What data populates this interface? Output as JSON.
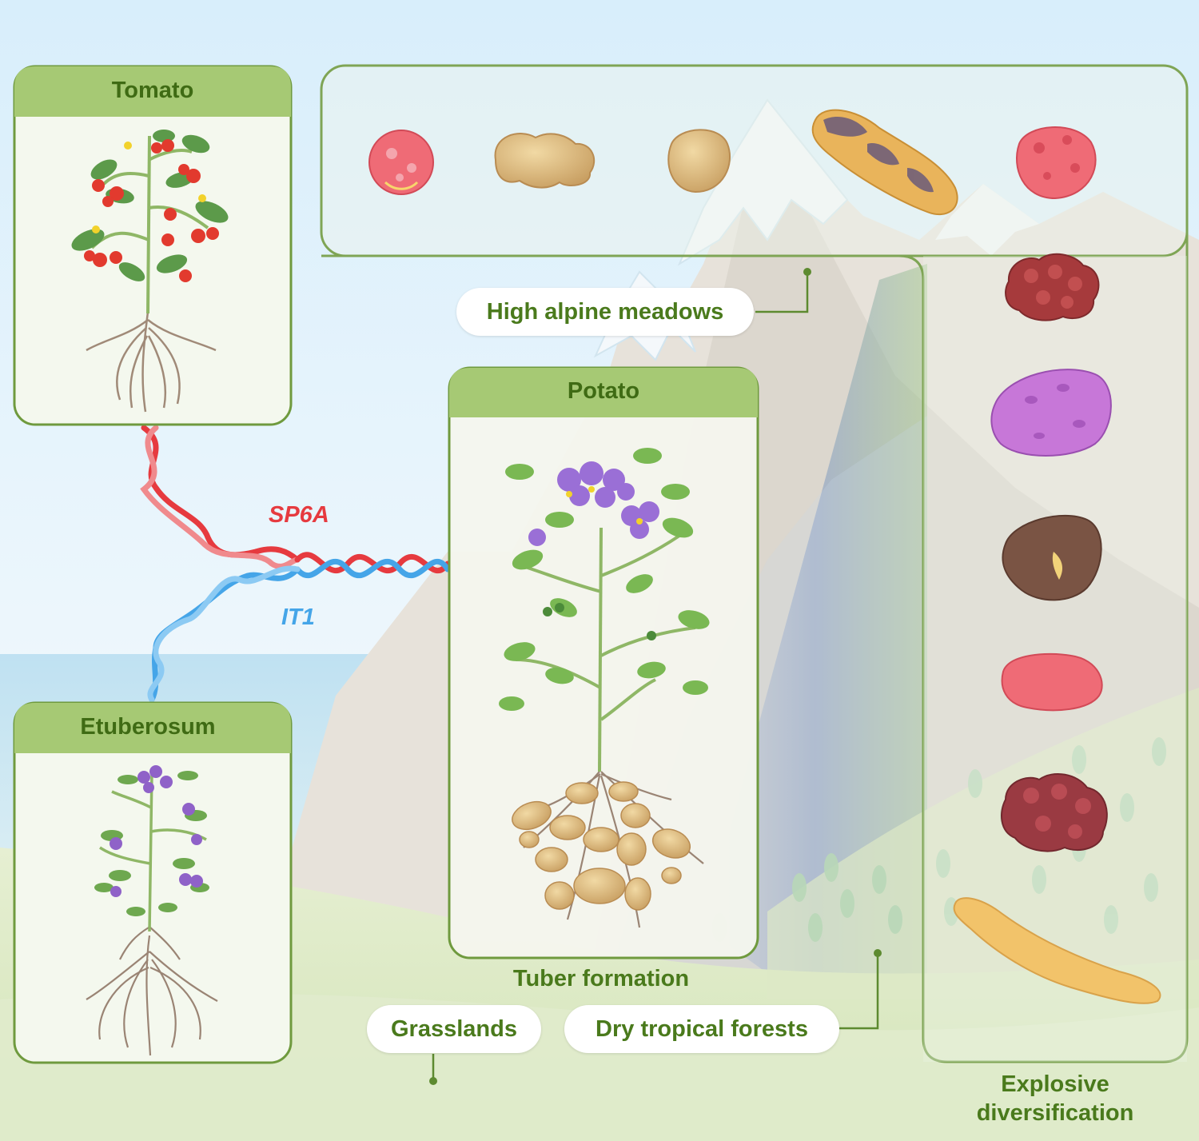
{
  "panels": {
    "tomato": "Tomato",
    "potato": "Potato",
    "etuberosum": "Etuberosum"
  },
  "genes": {
    "sp6a": "SP6A",
    "it1": "IT1"
  },
  "habitats": {
    "high_alpine": "High alpine meadows",
    "grasslands": "Grasslands",
    "dry_tropical": "Dry tropical forests"
  },
  "captions": {
    "tuber_formation": "Tuber formation",
    "explosive_line1": "Explosive",
    "explosive_line2": "diversification"
  },
  "colors": {
    "panel_header": "#a6c974",
    "panel_border": "#6f9a3e",
    "label_green": "#4a7a1c",
    "sp6a_red": "#e63a3f",
    "it1_blue": "#45a5e8"
  },
  "icons": [
    "tomato-plant-icon",
    "potato-plant-icon",
    "etuberosum-plant-icon",
    "potato-tuber-icon",
    "mountain-icon",
    "tree-icon",
    "dna-helix-icon"
  ]
}
